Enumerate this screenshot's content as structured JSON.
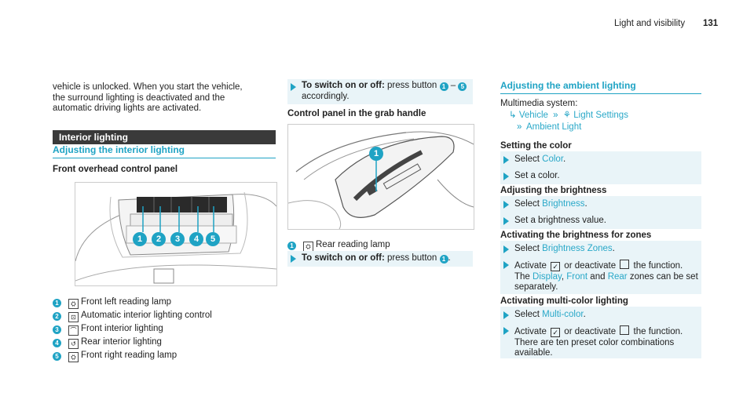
{
  "header": {
    "section": "Light and visibility",
    "page": "131"
  },
  "col1": {
    "intro_line1": "vehicle is unlocked. When you start the vehicle,",
    "intro_line2": "the surround lighting is deactivated and the",
    "intro_line3": "automatic driving lights are activated.",
    "section_title": "Interior lighting",
    "subhead": "Adjusting the interior lighting",
    "panel_heading": "Front overhead control panel",
    "legend": [
      {
        "num": "1",
        "icon": "reading-lamp-icon",
        "glyph": "⛭",
        "text": "Front left reading lamp"
      },
      {
        "num": "2",
        "icon": "auto-light-icon",
        "glyph": "⊡",
        "text": "Automatic interior lighting control"
      },
      {
        "num": "3",
        "icon": "front-interior-light-icon",
        "glyph": "⌒",
        "text": "Front interior lighting"
      },
      {
        "num": "4",
        "icon": "rear-interior-light-icon",
        "glyph": "↺",
        "text": "Rear interior lighting"
      },
      {
        "num": "5",
        "icon": "reading-lamp-icon",
        "glyph": "⛭",
        "text": "Front right reading lamp"
      }
    ],
    "image_callouts": [
      "1",
      "2",
      "3",
      "4",
      "5"
    ]
  },
  "col2": {
    "step1_bold": "To switch on or off:",
    "step1_rest": " press button",
    "step1_num_a": "1",
    "step1_dash": " – ",
    "step1_num_b": "5",
    "step1_line2": "accordingly.",
    "grab_heading": "Control panel in the grab handle",
    "image_callout": "1",
    "legend_num": "1",
    "legend_text": "Rear reading lamp",
    "step2_bold": "To switch on or off:",
    "step2_rest": " press button",
    "step2_num": "1"
  },
  "col3": {
    "subhead": "Adjusting the ambient lighting",
    "multimedia": "Multimedia system:",
    "path_vehicle": "Vehicle",
    "path_light": "Light Settings",
    "path_ambient": "Ambient Light",
    "setting_color": "Setting the color",
    "select": "Select ",
    "color": "Color",
    "set_color": "Set a color.",
    "adjust_brightness": "Adjusting the brightness",
    "brightness": "Brightness",
    "set_brightness": "Set a brightness value.",
    "zones_heading": "Activating the brightness for zones",
    "brightness_zones": "Brightness Zones",
    "activate": "Activate ",
    "or_deactivate": " or deactivate ",
    "the_function": " the function.",
    "the": "The ",
    "display": "Display",
    "comma": ", ",
    "front": "Front",
    "and": " and ",
    "rear": "Rear",
    "zones_rest": " zones can be set",
    "separately": "separately.",
    "multicolor_heading": "Activating multi-color lighting",
    "multi_color": "Multi-color",
    "preset_line1": "There are ten preset color combinations",
    "preset_line2": "available.",
    "period": "."
  },
  "colors": {
    "accent": "#1fa3c4",
    "bar": "#3a3a3a",
    "tint": "#e9f4f8"
  }
}
